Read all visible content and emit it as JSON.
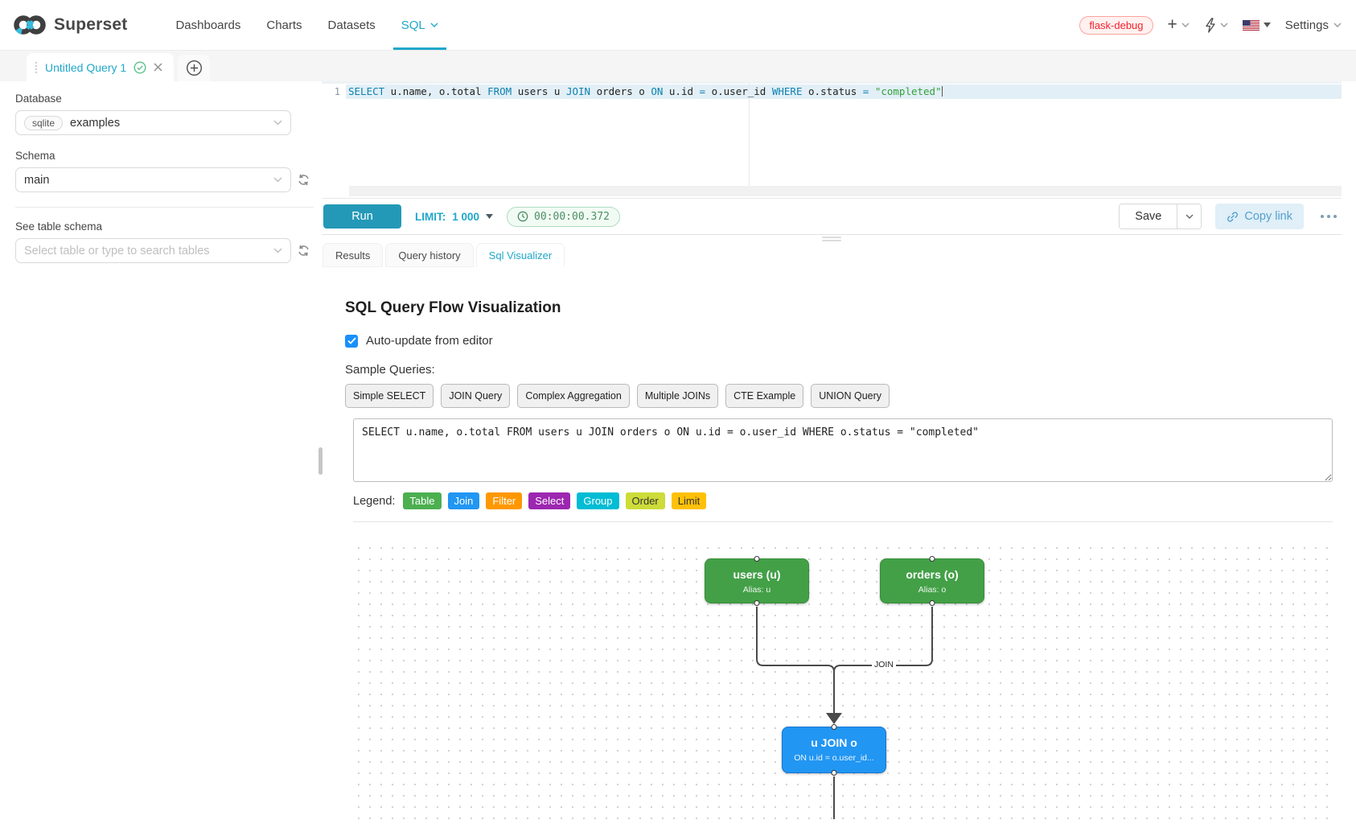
{
  "colors": {
    "accent": "#20a7c9",
    "success": "#4d8e65",
    "danger": "#f5222d"
  },
  "navbar": {
    "brand": "Superset",
    "items": [
      {
        "label": "Dashboards",
        "active": false
      },
      {
        "label": "Charts",
        "active": false
      },
      {
        "label": "Datasets",
        "active": false
      },
      {
        "label": "SQL",
        "active": true
      }
    ],
    "environment_tag": "flask-debug",
    "settings_label": "Settings"
  },
  "query_tab": {
    "title": "Untitled Query 1"
  },
  "sidebar": {
    "database_label": "Database",
    "database_engine": "sqlite",
    "database_name": "examples",
    "schema_label": "Schema",
    "schema_value": "main",
    "table_label": "See table schema",
    "table_placeholder": "Select table or type to search tables"
  },
  "editor": {
    "line_number": "1",
    "tokens": [
      {
        "t": "kw",
        "v": "SELECT"
      },
      {
        "t": "txt",
        "v": " u.name, o.total "
      },
      {
        "t": "kw",
        "v": "FROM"
      },
      {
        "t": "txt",
        "v": " users u "
      },
      {
        "t": "kw",
        "v": "JOIN"
      },
      {
        "t": "txt",
        "v": " orders o "
      },
      {
        "t": "kw",
        "v": "ON"
      },
      {
        "t": "txt",
        "v": " u.id "
      },
      {
        "t": "op",
        "v": "="
      },
      {
        "t": "txt",
        "v": " o.user_id "
      },
      {
        "t": "kw",
        "v": "WHERE"
      },
      {
        "t": "txt",
        "v": " o.status "
      },
      {
        "t": "op",
        "v": "="
      },
      {
        "t": "txt",
        "v": " "
      },
      {
        "t": "str",
        "v": "\"completed\""
      }
    ]
  },
  "toolbar": {
    "run_label": "Run",
    "limit_label": "LIMIT:",
    "limit_value": "1 000",
    "timer": "00:00:00.372",
    "save_label": "Save",
    "copy_link_label": "Copy link"
  },
  "south_tabs": [
    {
      "label": "Results",
      "active": false
    },
    {
      "label": "Query history",
      "active": false
    },
    {
      "label": "Sql Visualizer",
      "active": true
    }
  ],
  "visualizer": {
    "title": "SQL Query Flow Visualization",
    "auto_update_label": "Auto-update from editor",
    "auto_update_checked": true,
    "sample_queries_label": "Sample Queries:",
    "sample_queries": [
      "Simple SELECT",
      "JOIN Query",
      "Complex Aggregation",
      "Multiple JOINs",
      "CTE Example",
      "UNION Query"
    ],
    "query_text": "SELECT u.name, o.total FROM users u JOIN orders o ON u.id = o.user_id WHERE o.status = \"completed\"",
    "legend_label": "Legend:",
    "legend": [
      {
        "label": "Table",
        "color": "#4caf50",
        "text_color": "#ffffff"
      },
      {
        "label": "Join",
        "color": "#2196f3",
        "text_color": "#ffffff"
      },
      {
        "label": "Filter",
        "color": "#ff9800",
        "text_color": "#ffffff"
      },
      {
        "label": "Select",
        "color": "#9c27b0",
        "text_color": "#ffffff"
      },
      {
        "label": "Group",
        "color": "#00bcd4",
        "text_color": "#ffffff"
      },
      {
        "label": "Order",
        "color": "#cddc39",
        "text_color": "#333333"
      },
      {
        "label": "Limit",
        "color": "#ffc107",
        "text_color": "#333333"
      }
    ],
    "flow": {
      "edge_label": "JOIN",
      "nodes": [
        {
          "id": "users",
          "title": "users (u)",
          "subtitle": "Alias: u",
          "color": "#43a047"
        },
        {
          "id": "orders",
          "title": "orders (o)",
          "subtitle": "Alias: o",
          "color": "#43a047"
        },
        {
          "id": "join",
          "title": "u JOIN o",
          "subtitle": "ON u.id = o.user_id...",
          "color": "#2196f3"
        }
      ]
    }
  }
}
